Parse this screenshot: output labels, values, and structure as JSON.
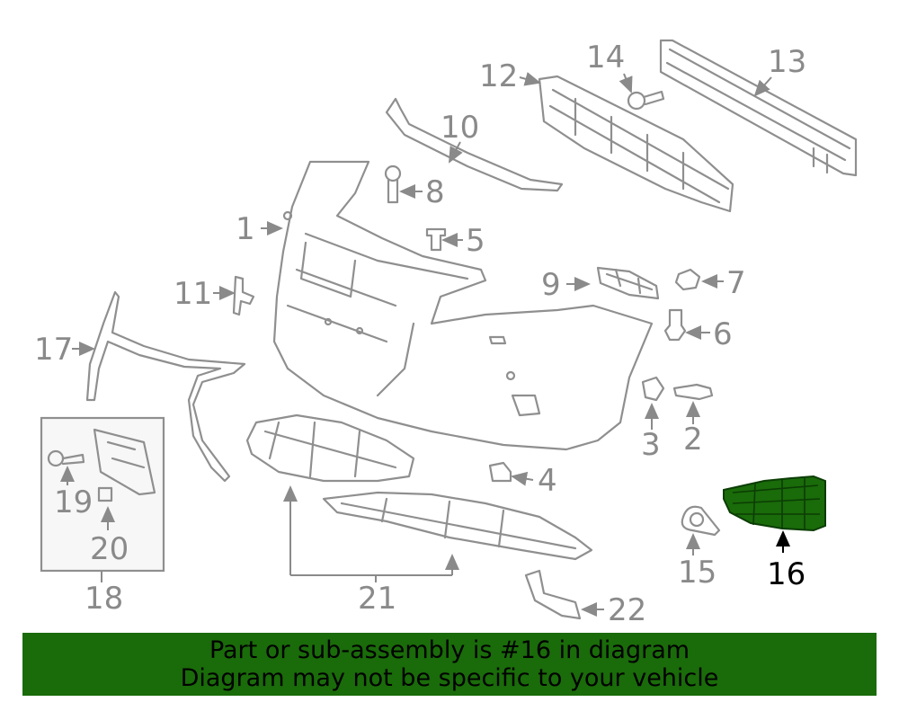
{
  "callouts": {
    "c1": "1",
    "c2": "2",
    "c3": "3",
    "c4": "4",
    "c5": "5",
    "c6": "6",
    "c7": "7",
    "c8": "8",
    "c9": "9",
    "c10": "10",
    "c11": "11",
    "c12": "12",
    "c13": "13",
    "c14": "14",
    "c15": "15",
    "c16": "16",
    "c17": "17",
    "c18": "18",
    "c19": "19",
    "c20": "20",
    "c21": "21",
    "c22": "22"
  },
  "highlight": {
    "part": "16",
    "color": "#1a6b0a"
  },
  "banner": {
    "line1": "Part or sub-assembly is #16 in diagram",
    "line2": "Diagram may not be specific to your vehicle",
    "background": "#1a6b0a"
  }
}
